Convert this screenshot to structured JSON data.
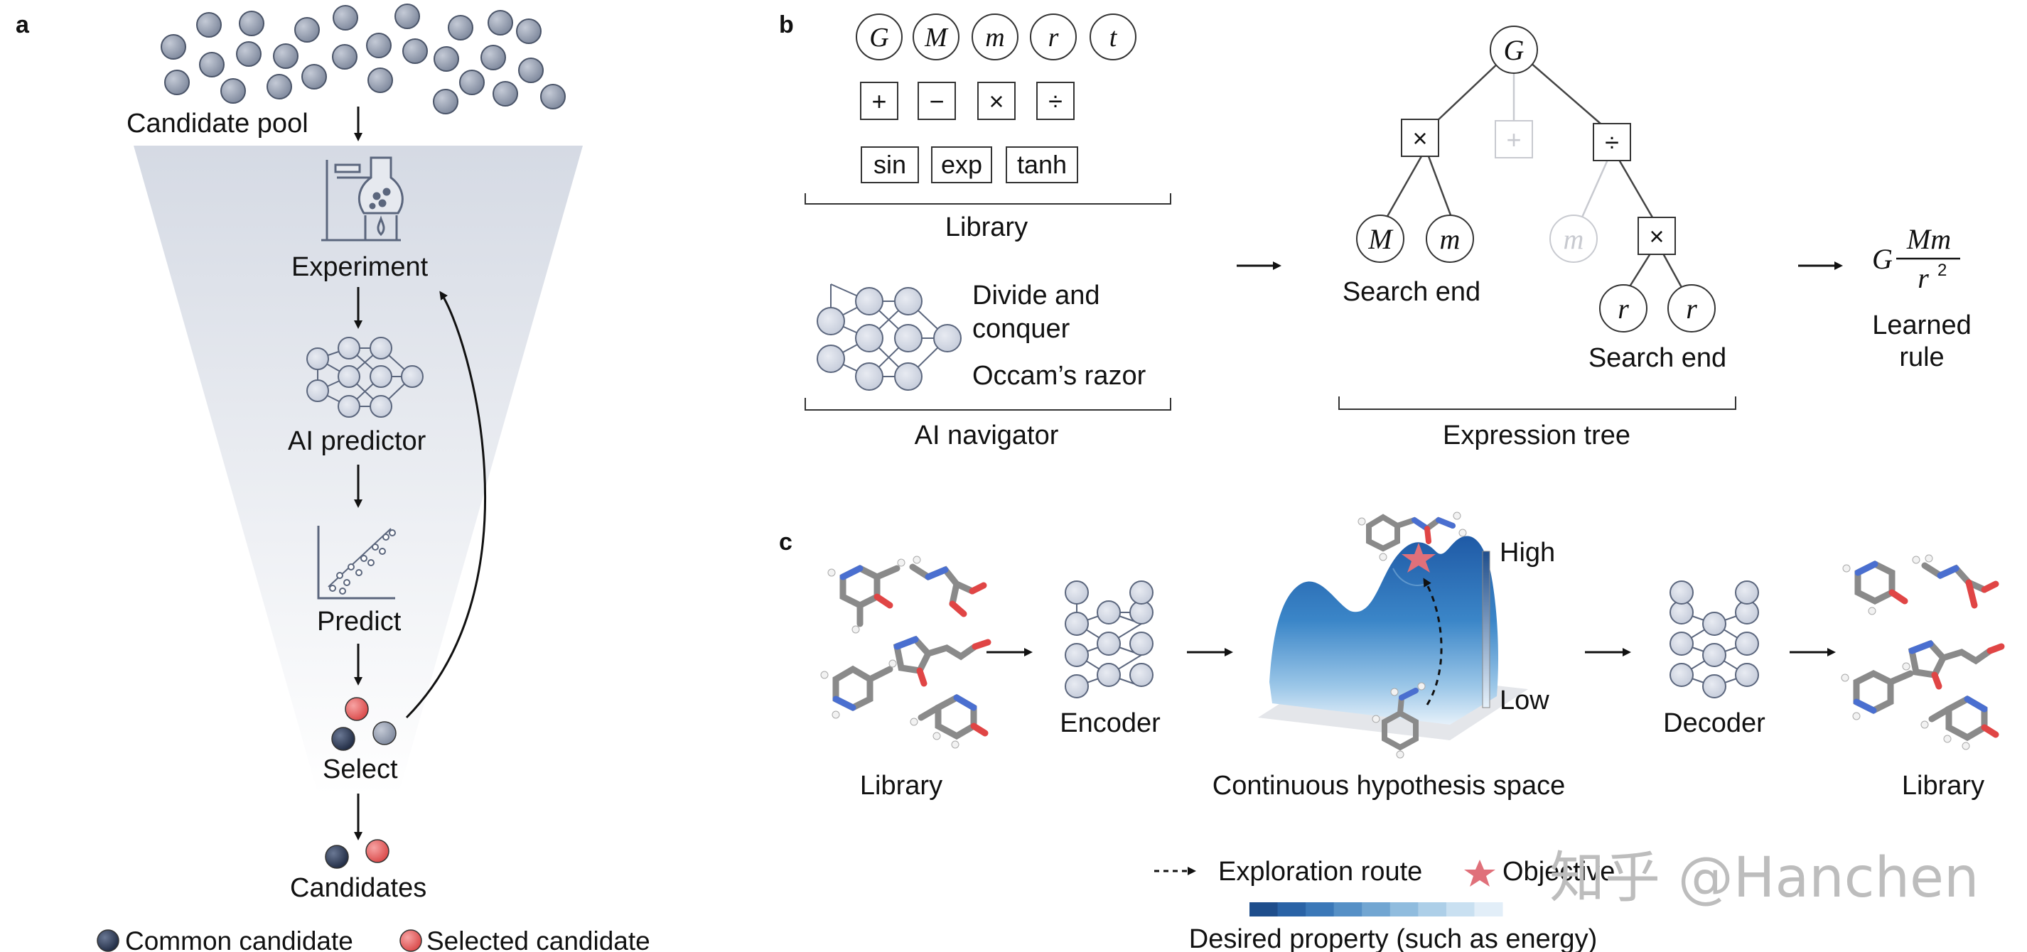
{
  "panels": {
    "a": "a",
    "b": "b",
    "c": "c"
  },
  "panel_a": {
    "candidate_pool": "Candidate pool",
    "experiment": "Experiment",
    "ai_predictor": "AI predictor",
    "predict": "Predict",
    "select": "Select",
    "candidates": "Candidates",
    "legend_common": "Common candidate",
    "legend_selected": "Selected candidate",
    "colors": {
      "pool_sphere": "#8a93a6",
      "common": "#2e3a55",
      "selected": "#e05a5a",
      "funnel": "#d9dde6"
    }
  },
  "panel_b": {
    "variables": [
      "G",
      "M",
      "m",
      "r",
      "t"
    ],
    "operators": [
      "+",
      "−",
      "×",
      "÷"
    ],
    "functions": [
      "sin",
      "exp",
      "tanh"
    ],
    "library_label": "Library",
    "navigator_line1": "Divide and",
    "navigator_line2": "conquer",
    "navigator_line3": "Occam’s razor",
    "navigator_label": "AI navigator",
    "tree": {
      "root": "G",
      "op_left": "×",
      "op_mid": "+",
      "op_right": "÷",
      "leaf_M": "M",
      "leaf_m": "m",
      "leaf_m_faded": "m",
      "op_right_child": "×",
      "leaf_r1": "r",
      "leaf_r2": "r",
      "search_end_left": "Search end",
      "search_end_right": "Search end"
    },
    "tree_label": "Expression tree",
    "rule_G": "G",
    "rule_num": "Mm",
    "rule_den": "r",
    "rule_exp": "2",
    "learned_rule_line1": "Learned",
    "learned_rule_line2": "rule"
  },
  "panel_c": {
    "library_left": "Library",
    "encoder": "Encoder",
    "space_label": "Continuous hypothesis space",
    "high": "High",
    "low": "Low",
    "decoder": "Decoder",
    "library_right": "Library",
    "legend_route": "Exploration route",
    "legend_objective": "Objective",
    "colorbar_label": "Desired property (such as energy)",
    "colorbar_colors": [
      "#1f4e8c",
      "#2a63a6",
      "#3b78b8",
      "#5690c6",
      "#72a6d2",
      "#90bcde",
      "#adcfe8",
      "#c9e0f1",
      "#e2eef8"
    ]
  },
  "watermark": "知乎 @Hanchen"
}
